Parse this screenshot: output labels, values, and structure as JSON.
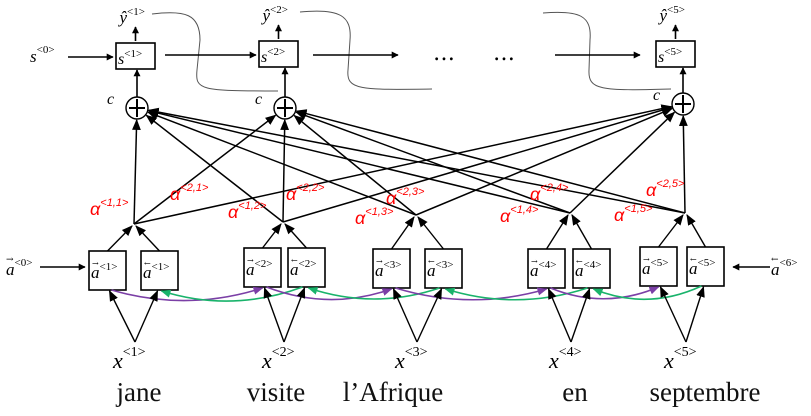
{
  "title": "Attention model: bidirectional encoder with attention-weighted context feeding decoder states",
  "colors": {
    "line": "#000000",
    "alpha_label": "#ff0000",
    "forward_recurrence": "#7b3fa6",
    "backward_recurrence": "#19b36b",
    "feedback_curve": "#555555"
  },
  "decoder": {
    "initial_state": {
      "base": "s",
      "sup": "<0>"
    },
    "states": [
      {
        "base": "s",
        "sup": "<1>"
      },
      {
        "base": "s",
        "sup": "<2>"
      },
      {
        "base": "s",
        "sup": "<5>"
      }
    ],
    "outputs": [
      {
        "base": "ŷ",
        "sup": "<1>"
      },
      {
        "base": "ŷ",
        "sup": "<2>"
      },
      {
        "base": "ŷ",
        "sup": "<5>"
      }
    ],
    "ellipsis": [
      "…",
      "…"
    ],
    "context_label": "c",
    "context_symbol": "⊕"
  },
  "attention": {
    "labels": [
      {
        "base": "α",
        "sup": "<1,1>"
      },
      {
        "base": "α",
        "sup": "<2,1>"
      },
      {
        "base": "α",
        "sup": "<1,2>"
      },
      {
        "base": "α",
        "sup": "<2,2>"
      },
      {
        "base": "α",
        "sup": "<1,3>"
      },
      {
        "base": "α",
        "sup": "<2,3>"
      },
      {
        "base": "α",
        "sup": "<1,4>"
      },
      {
        "base": "α",
        "sup": "<2,4>"
      },
      {
        "base": "α",
        "sup": "<1,5>"
      },
      {
        "base": "α",
        "sup": "<2,5>"
      }
    ]
  },
  "encoder": {
    "forward_initial": {
      "base": "a",
      "arrow": "→",
      "sup": "<0>"
    },
    "backward_initial": {
      "base": "a",
      "arrow": "←",
      "sup": "<6>"
    },
    "steps": [
      {
        "forward": {
          "base": "a",
          "arrow": "→",
          "sup": "<1>"
        },
        "backward": {
          "base": "a",
          "arrow": "←",
          "sup": "<1>"
        }
      },
      {
        "forward": {
          "base": "a",
          "arrow": "→",
          "sup": "<2>"
        },
        "backward": {
          "base": "a",
          "arrow": "←",
          "sup": "<2>"
        }
      },
      {
        "forward": {
          "base": "a",
          "arrow": "→",
          "sup": "<3>"
        },
        "backward": {
          "base": "a",
          "arrow": "←",
          "sup": "<3>"
        }
      },
      {
        "forward": {
          "base": "a",
          "arrow": "→",
          "sup": "<4>"
        },
        "backward": {
          "base": "a",
          "arrow": "←",
          "sup": "<4>"
        }
      },
      {
        "forward": {
          "base": "a",
          "arrow": "→",
          "sup": "<5>"
        },
        "backward": {
          "base": "a",
          "arrow": "←",
          "sup": "<5>"
        }
      }
    ]
  },
  "inputs": [
    {
      "base": "x",
      "sup": "<1>",
      "word": "jane"
    },
    {
      "base": "x",
      "sup": "<2>",
      "word": "visite"
    },
    {
      "base": "x",
      "sup": "<3>",
      "word": "l’Afrique"
    },
    {
      "base": "x",
      "sup": "<4>",
      "word": "en"
    },
    {
      "base": "x",
      "sup": "<5>",
      "word": "septembre"
    }
  ]
}
